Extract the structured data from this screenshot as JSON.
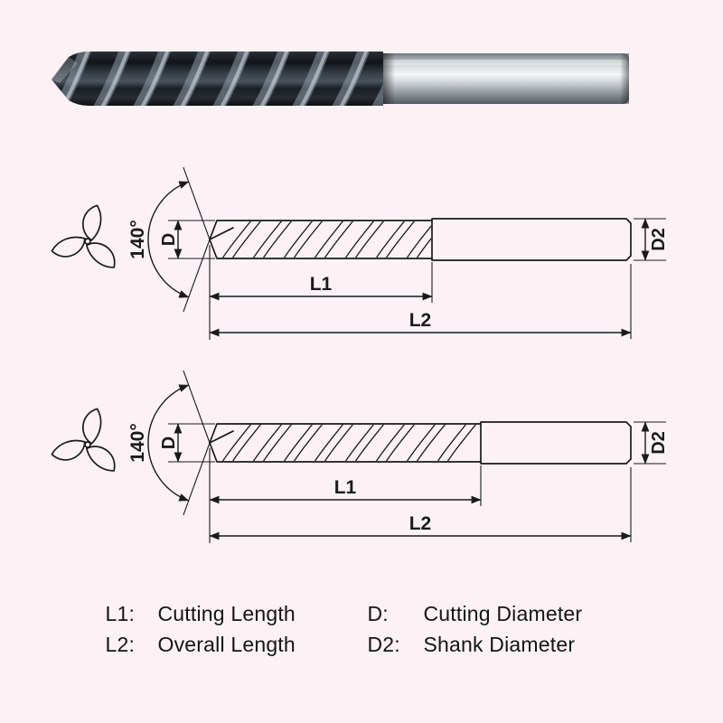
{
  "colors": {
    "background": "#fcf2f6",
    "line": "#1a1a1a"
  },
  "labels": {
    "angle": "140°",
    "cutting_diameter": "D",
    "shank_diameter": "D2",
    "cutting_length": "L1",
    "overall_length": "L2"
  },
  "legend": {
    "items": [
      {
        "key": "L1:",
        "value": "Cutting Length"
      },
      {
        "key": "D:",
        "value": "Cutting Diameter"
      },
      {
        "key": "L2:",
        "value": "Overall Length"
      },
      {
        "key": "D2:",
        "value": "Shank Diameter"
      }
    ]
  }
}
